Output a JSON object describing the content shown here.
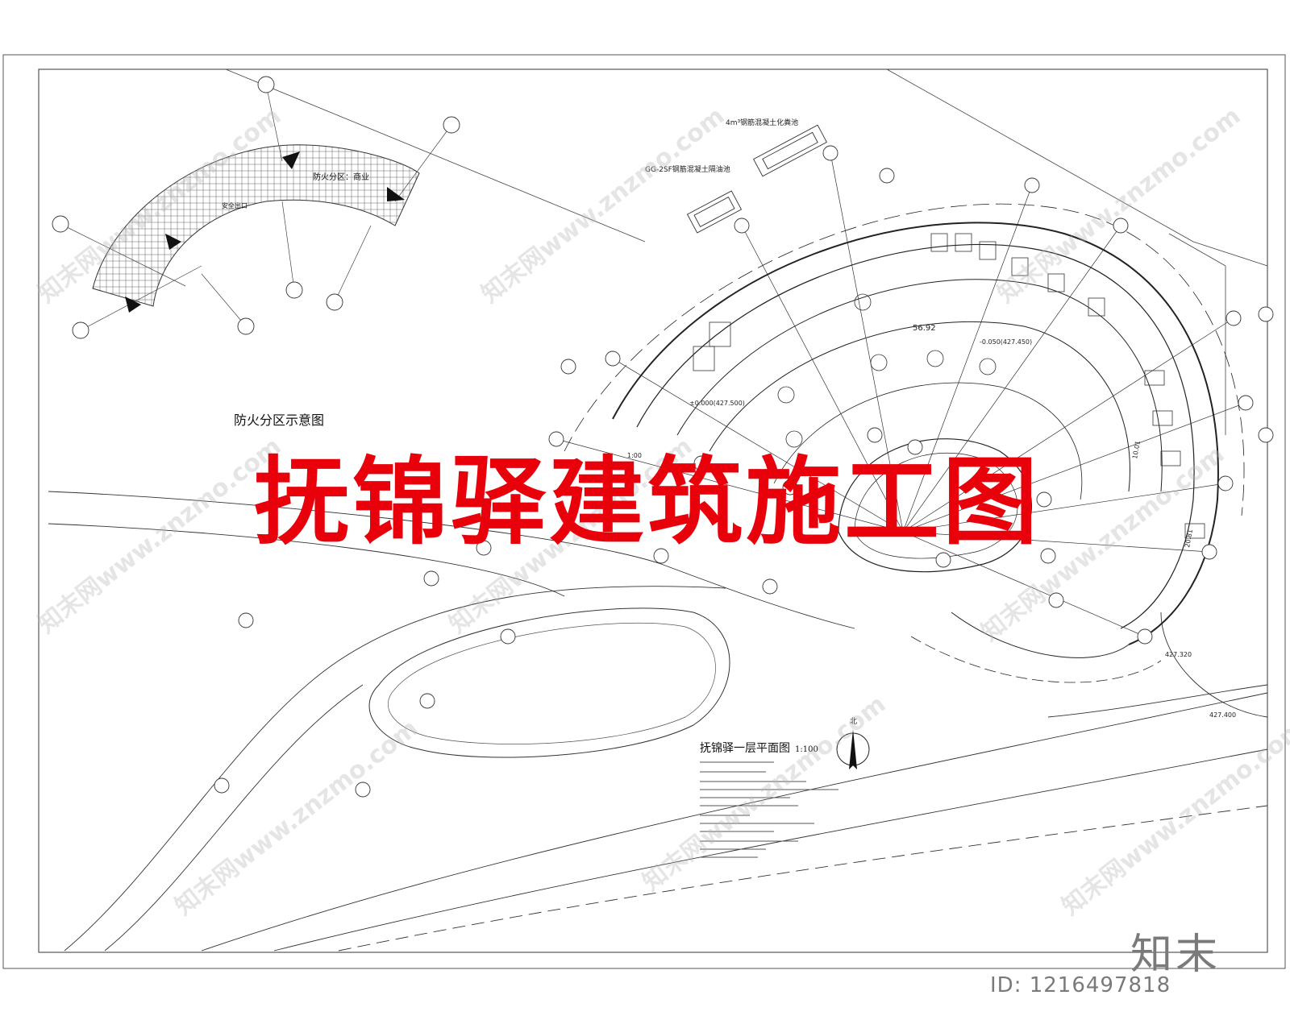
{
  "title": "抚锦驿建筑施工图",
  "fire_zone": {
    "caption": "防火分区示意图",
    "zone_label": "防火分区：商业",
    "exit_label": "安全出口"
  },
  "plan": {
    "caption": "抚锦驿一层平面图",
    "scale": "1:100",
    "north_label": "北",
    "labels": {
      "septic_tank": "4m³钢筋混凝土化粪池",
      "grease_trap": "GG-2SF钢筋混凝土隔油池",
      "dim_1": "56.92",
      "dim_2": "1:00",
      "elev_1": "±0.000(427.500)",
      "elev_2": "-0.050(427.450)",
      "elev_3": "427.320",
      "elev_4": "427.400",
      "dim_3": "20.81",
      "dim_4": "10.01"
    }
  },
  "brand": {
    "logo_text": "知末",
    "id_text": "ID: 1216497818",
    "watermark": "知末网www.znzmo.com"
  },
  "colors": {
    "title_red": "#e8000b",
    "line": "#222222",
    "watermark": "#b4b4b4"
  }
}
